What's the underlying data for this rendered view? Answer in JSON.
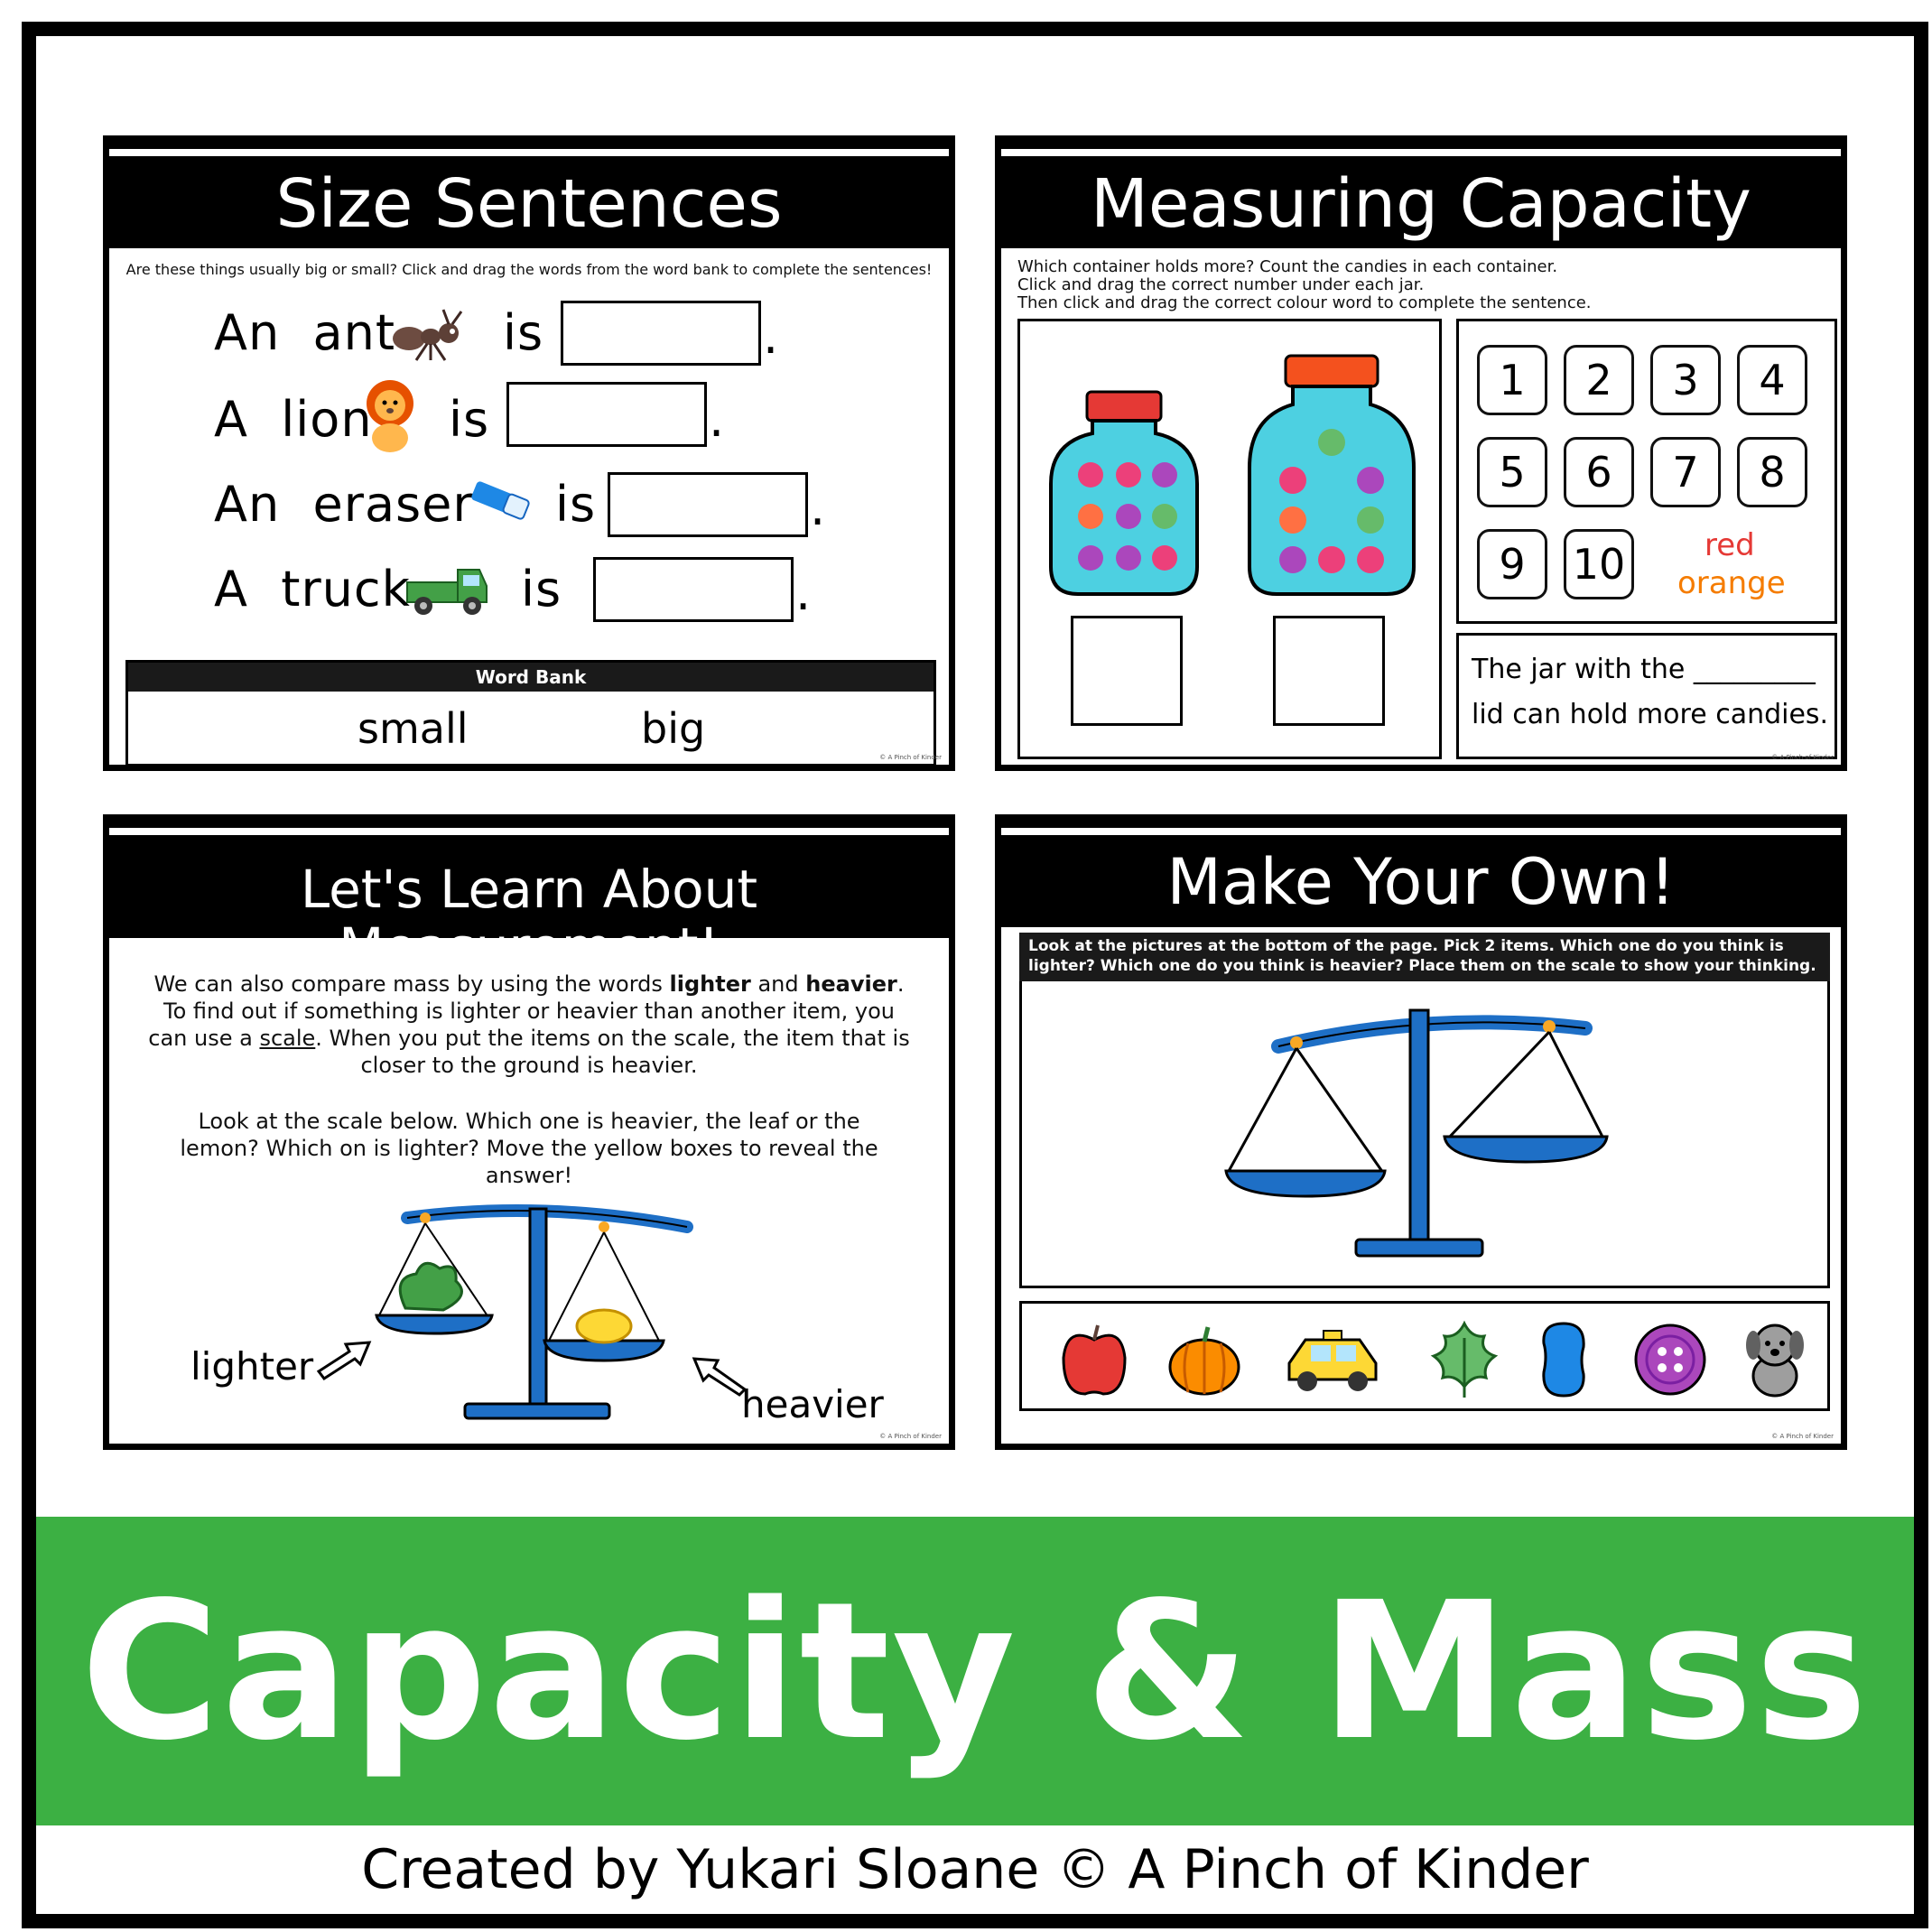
{
  "slides": {
    "size": {
      "title": "Size Sentences",
      "instruction": "Are these things usually big or small? Click and drag the words from the word bank to complete the sentences!",
      "sentences": [
        {
          "a": "An",
          "noun": "ant",
          "is": "is",
          "dot": "."
        },
        {
          "a": "A",
          "noun": "lion",
          "is": "is",
          "dot": "."
        },
        {
          "a": "An",
          "noun": "eraser",
          "is": "is",
          "dot": "."
        },
        {
          "a": "A",
          "noun": "truck",
          "is": "is",
          "dot": "."
        }
      ],
      "word_bank_title": "Word Bank",
      "words": [
        "small",
        "big"
      ],
      "copyright": "© A Pinch of Kinder"
    },
    "capacity": {
      "title": "Measuring Capacity",
      "instructions": [
        "Which container holds more? Count the candies in each container.",
        "Click and drag the correct number under each jar.",
        "Then click and drag the correct colour word to complete the sentence."
      ],
      "numbers": [
        "1",
        "2",
        "3",
        "4",
        "5",
        "6",
        "7",
        "8",
        "9",
        "10"
      ],
      "color_words": [
        {
          "text": "red",
          "color": "#e53935"
        },
        {
          "text": "orange",
          "color": "#f57c00"
        }
      ],
      "sentence_line1": "The jar with the _________",
      "sentence_line2": "lid can hold more candies.",
      "jar_lid_colors": [
        "#e53935",
        "#f4511e"
      ],
      "copyright": "© A Pinch of Kinder"
    },
    "measurement": {
      "title": "Let's Learn About Measurement!",
      "p1_a": "We can also compare mass by using the words ",
      "p1_b": "lighter",
      "p1_c": " and ",
      "p1_d": "heavier",
      "p1_e": ". To find out if something is lighter or heavier than another item, you can use a ",
      "p1_f": "scale",
      "p1_g": ". When you put the items on the scale, the item that is closer to the ground is heavier.",
      "p2": "Look at the scale below. Which one is heavier, the leaf or the lemon? Which on is lighter? Move the yellow boxes to reveal the answer!",
      "label_lighter": "lighter",
      "label_heavier": "heavier",
      "copyright": "© A Pinch of Kinder"
    },
    "own": {
      "title": "Make Your Own!",
      "instruction": "Look at the pictures at the bottom of the page. Pick 2 items. Which one do you think is lighter? Which one do you think is heavier? Place them on the scale to show your thinking.",
      "items": [
        "apple-icon",
        "pumpkin-icon",
        "taxi-icon",
        "leaf-icon",
        "jellybean-icon",
        "button-icon",
        "dog-icon"
      ],
      "copyright": "© A Pinch of Kinder"
    }
  },
  "banner": {
    "title": "Capacity & Mass",
    "color": "#3cb043"
  },
  "credit": "Created by Yukari Sloane © A Pinch of Kinder"
}
